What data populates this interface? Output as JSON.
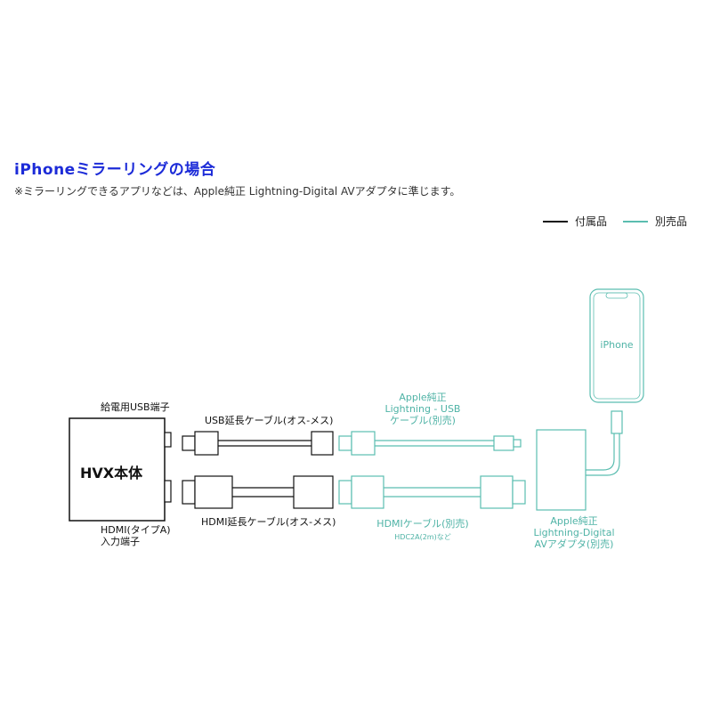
{
  "header": {
    "title": "iPhoneミラーリングの場合",
    "note": "※ミラーリングできるアプリなどは、Apple純正 Lightning-Digital AVアダプタに準じます。"
  },
  "legend": {
    "included": "付属品",
    "separate": "別売品"
  },
  "colors": {
    "included": "#111111",
    "separate": "#5bbdb0",
    "title": "#1c2bd8"
  },
  "labels": {
    "hvx_body": "HVX本体",
    "usb_port": "給電用USB端子",
    "hdmi_port_line1": "HDMI(タイプA)",
    "hdmi_port_line2": "入力端子",
    "usb_ext_cable": "USB延長ケーブル(オス-メス)",
    "hdmi_ext_cable": "HDMI延長ケーブル(オス-メス)",
    "lightning_usb_line1": "Apple純正",
    "lightning_usb_line2": "Lightning - USB",
    "lightning_usb_line3": "ケーブル(別売)",
    "hdmi_cable_line1": "HDMIケーブル(別売)",
    "hdmi_cable_line2": "HDC2A(2m)など",
    "iphone": "iPhone",
    "adapter_line1": "Apple純正",
    "adapter_line2": "Lightning-Digital",
    "adapter_line3": "AVアダプタ(別売)"
  }
}
